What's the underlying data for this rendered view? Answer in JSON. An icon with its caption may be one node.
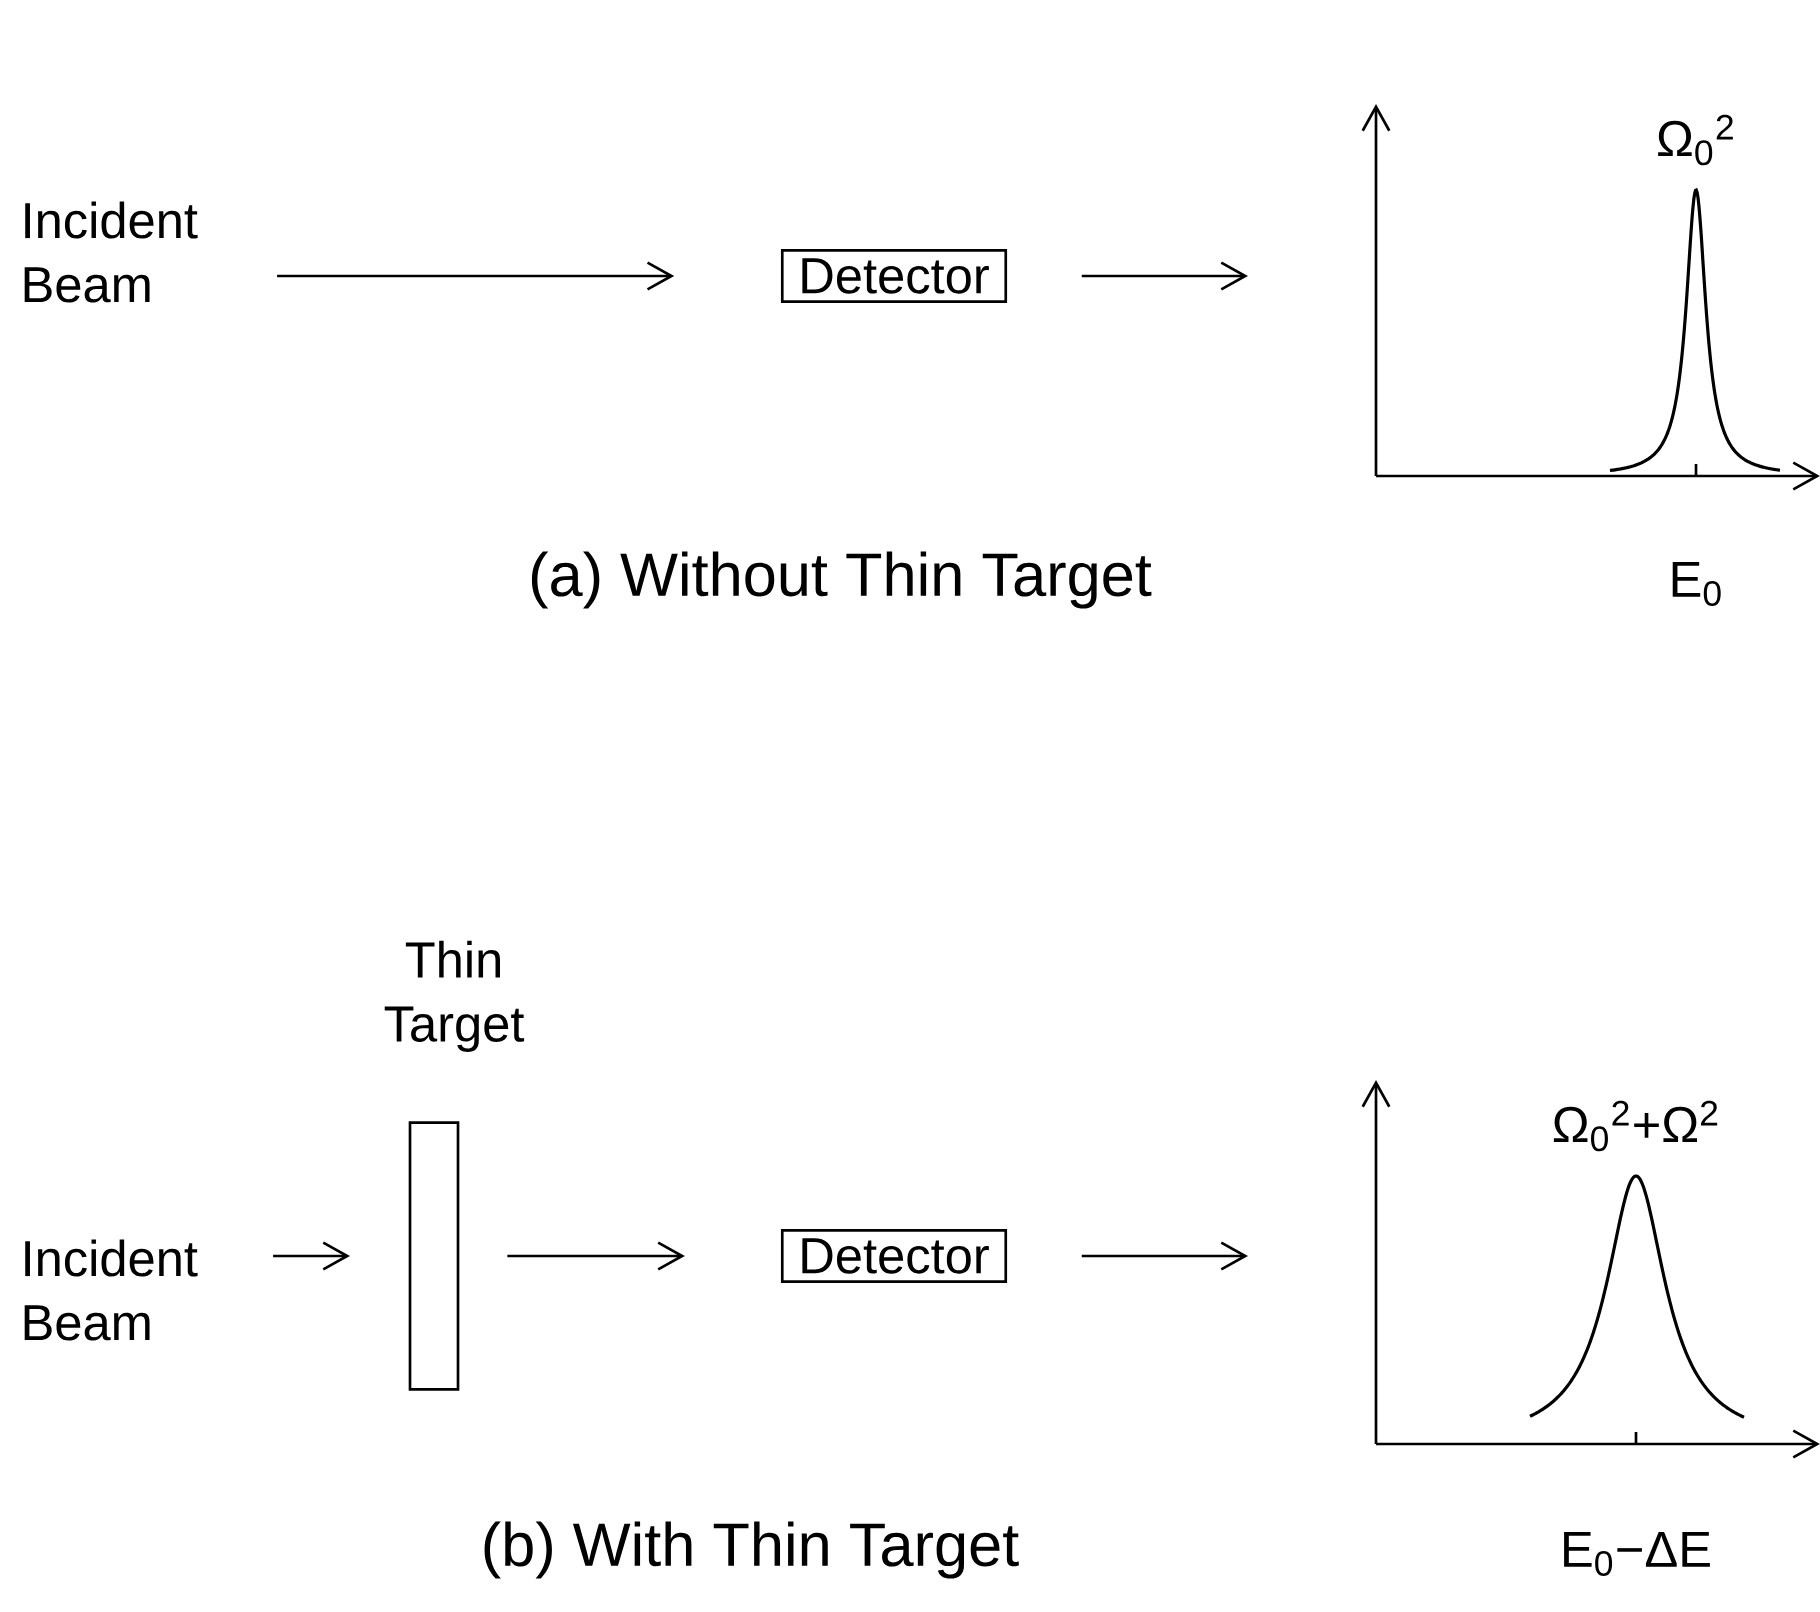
{
  "diagram": {
    "nodes": [
      {
        "text": [
          "Incident Beam"
        ]
      },
      {
        "text": [
          "Detector"
        ]
      },
      {
        "text": [],
        "shape": "picture"
      },
      {
        "text": [
          "Incident Beam"
        ]
      },
      {
        "text": [
          "Thin Target"
        ]
      },
      {
        "text": [
          "Detector"
        ]
      },
      {
        "text": [],
        "shape": "picture"
      }
    ],
    "edges": [
      {
        "from": 0,
        "to": 1,
        "arrow": "to"
      },
      {
        "from": 1,
        "to": 2,
        "arrow": "to"
      },
      {
        "from": 3,
        "to": 4,
        "arrow": "to"
      },
      {
        "from": 4,
        "to": 5,
        "arrow": "to"
      },
      {
        "from": 5,
        "to": 6,
        "arrow": "to"
      }
    ],
    "labels": [
      "Ω$_{0}$$^{2}$",
      "(a) Without Thin Target",
      "E$_{0}$",
      "Ω$_{0}$$^{2}$+Ω$^{2}$",
      "(b) With Thin Target",
      "E$_{0}$−ΔE"
    ]
  }
}
